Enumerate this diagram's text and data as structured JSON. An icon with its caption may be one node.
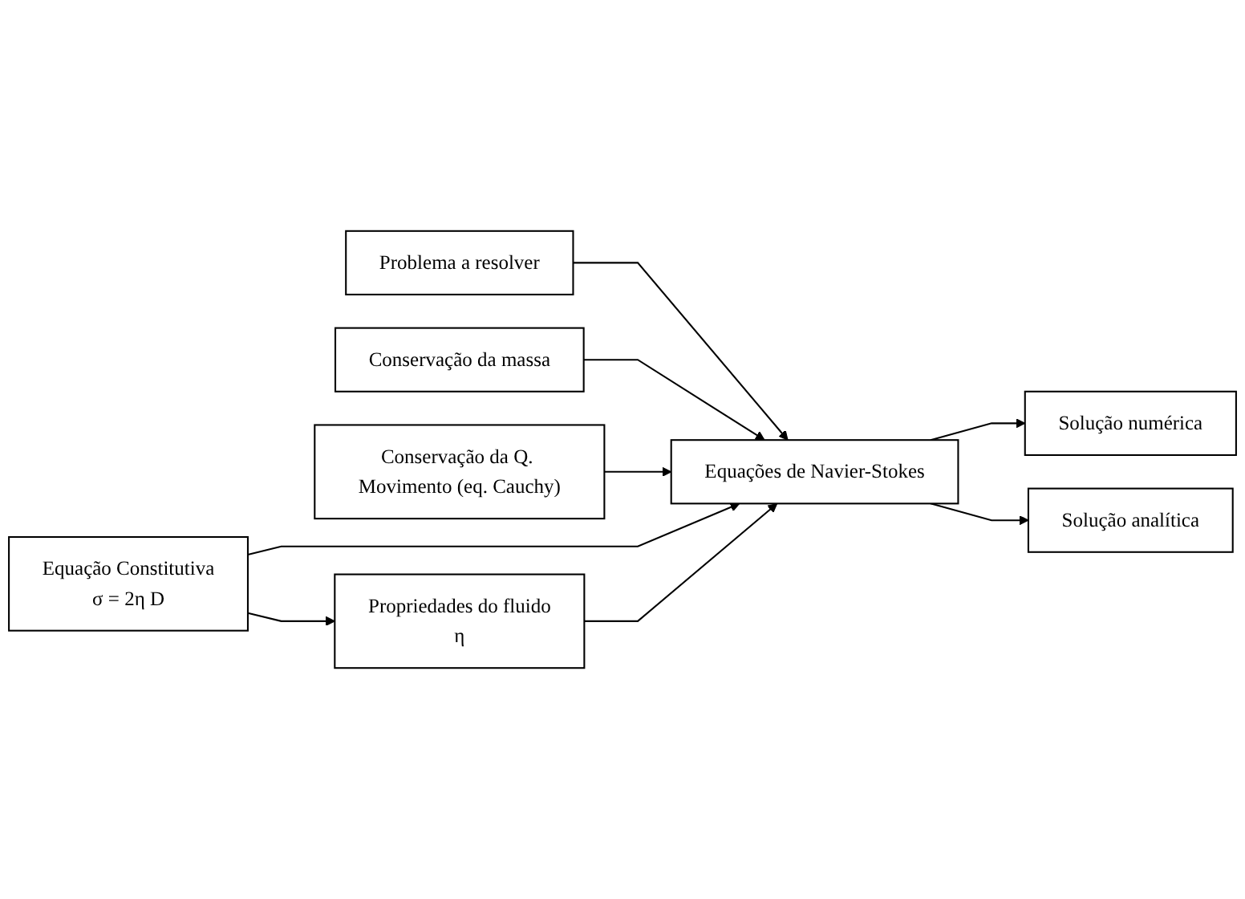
{
  "diagram": {
    "nodes": [
      {
        "text": [
          "Problema a resolver"
        ]
      },
      {
        "text": [
          "Conservação da massa"
        ]
      },
      {
        "text": [
          "Conservação da Q. Movimento (eq. Cauchy)"
        ]
      },
      {
        "text": [
          "Equação Constitutiva",
          "σ = 2η D"
        ]
      },
      {
        "text": [
          "Equações de Navier-Stokes"
        ]
      },
      {
        "text": [
          "Propriedades do fluido",
          "η"
        ]
      },
      {
        "text": [
          "Solução numérica"
        ]
      },
      {
        "text": [
          "Solução analítica"
        ]
      }
    ],
    "edges": [
      {
        "from": 0,
        "to": 4,
        "arrow": "to"
      },
      {
        "from": 1,
        "to": 4,
        "arrow": "to"
      },
      {
        "from": 2,
        "to": 4,
        "arrow": "to"
      },
      {
        "from": 3,
        "to": 4,
        "arrow": "to"
      },
      {
        "from": 3,
        "to": 5,
        "arrow": "to"
      },
      {
        "from": 5,
        "to": 4,
        "arrow": "to"
      },
      {
        "from": 4,
        "to": 6,
        "arrow": "to"
      },
      {
        "from": 4,
        "to": 7,
        "arrow": "to"
      }
    ]
  }
}
